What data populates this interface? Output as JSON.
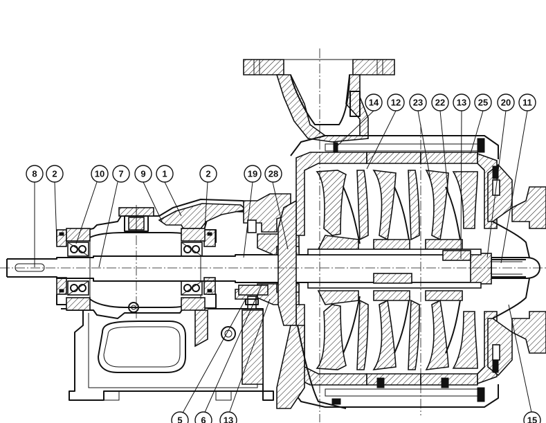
{
  "balloons": [
    {
      "id": "b-8",
      "label": "8"
    },
    {
      "id": "b-2a",
      "label": "2"
    },
    {
      "id": "b-10",
      "label": "10"
    },
    {
      "id": "b-7",
      "label": "7"
    },
    {
      "id": "b-9",
      "label": "9"
    },
    {
      "id": "b-1",
      "label": "1"
    },
    {
      "id": "b-2b",
      "label": "2"
    },
    {
      "id": "b-19",
      "label": "19"
    },
    {
      "id": "b-28",
      "label": "28"
    },
    {
      "id": "b-14",
      "label": "14"
    },
    {
      "id": "b-12",
      "label": "12"
    },
    {
      "id": "b-23",
      "label": "23"
    },
    {
      "id": "b-22",
      "label": "22"
    },
    {
      "id": "b-13a",
      "label": "13"
    },
    {
      "id": "b-25",
      "label": "25"
    },
    {
      "id": "b-20",
      "label": "20"
    },
    {
      "id": "b-11",
      "label": "11"
    },
    {
      "id": "b-5",
      "label": "5"
    },
    {
      "id": "b-6",
      "label": "6"
    },
    {
      "id": "b-13b",
      "label": "13"
    },
    {
      "id": "b-15",
      "label": "15"
    }
  ]
}
